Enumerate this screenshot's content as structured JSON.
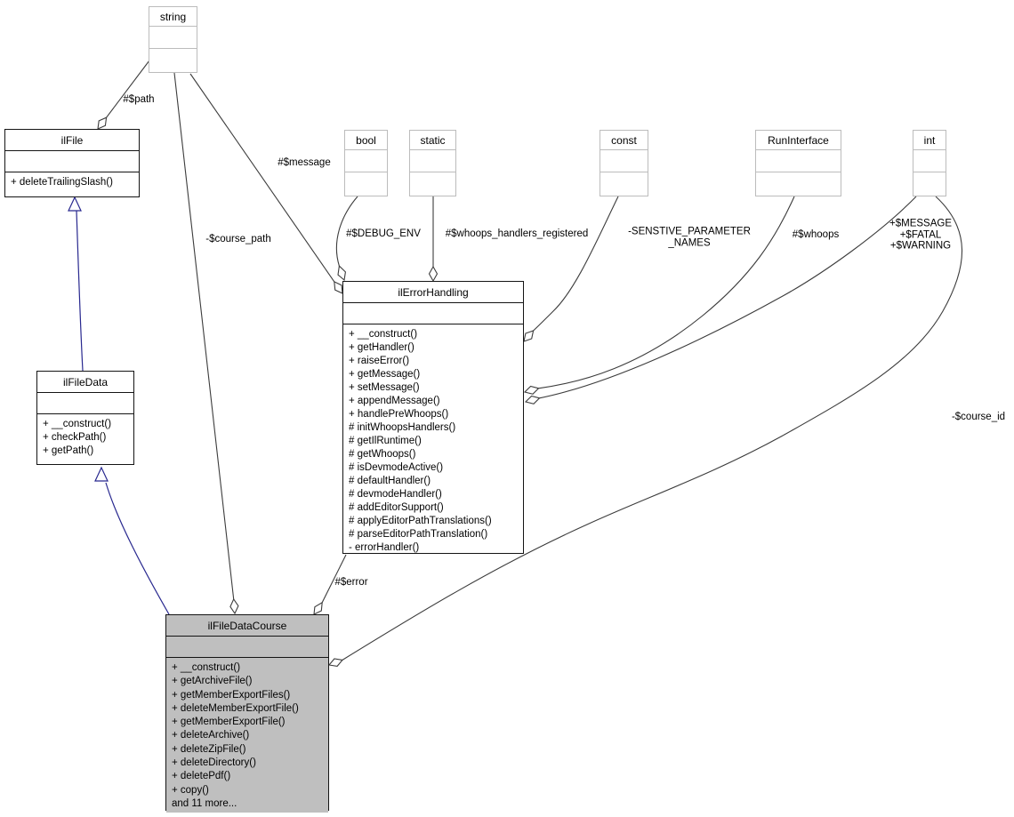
{
  "diagram": {
    "kind": "uml-collaboration-graph",
    "colors": {
      "aggregation_edge": "#3c3c3c",
      "inheritance_edge": "#28288f",
      "class_border": "#141414",
      "primitive_border": "#bcbcbc",
      "highlight_fill": "#bfbfbf",
      "background": "#ffffff"
    }
  },
  "classes": {
    "string": {
      "name": "string"
    },
    "bool": {
      "name": "bool"
    },
    "static": {
      "name": "static"
    },
    "const": {
      "name": "const"
    },
    "run_interface": {
      "name": "RunInterface"
    },
    "int": {
      "name": "int"
    },
    "il_file": {
      "name": "ilFile",
      "methods": [
        "+ deleteTrailingSlash()"
      ]
    },
    "il_file_data": {
      "name": "ilFileData",
      "methods": [
        "+ __construct()",
        "+ checkPath()",
        "+ getPath()"
      ]
    },
    "il_error_handling": {
      "name": "ilErrorHandling",
      "methods": [
        "+ __construct()",
        "+ getHandler()",
        "+ raiseError()",
        "+ getMessage()",
        "+ setMessage()",
        "+ appendMessage()",
        "+ handlePreWhoops()",
        "# initWhoopsHandlers()",
        "# getIlRuntime()",
        "# getWhoops()",
        "# isDevmodeActive()",
        "# defaultHandler()",
        "# devmodeHandler()",
        "# addEditorSupport()",
        "# applyEditorPathTranslations()",
        "# parseEditorPathTranslation()",
        "- errorHandler()"
      ]
    },
    "il_file_data_course": {
      "name": "ilFileDataCourse",
      "methods": [
        "+ __construct()",
        "+ getArchiveFile()",
        "+ getMemberExportFiles()",
        "+ deleteMemberExportFile()",
        "+ getMemberExportFile()",
        "+ deleteArchive()",
        "+ deleteZipFile()",
        "+ deleteDirectory()",
        "+ deletePdf()",
        "+ copy()",
        "and 11 more..."
      ]
    }
  },
  "edge_labels": {
    "path": "#$path",
    "message": "#$message",
    "course_path": "-$course_path",
    "debug_env": "#$DEBUG_ENV",
    "whoops_handlers_registered": "#$whoops_handlers_registered",
    "sensitive_parameter_names": "-SENSTIVE_PARAMETER\n_NAMES",
    "whoops": "#$whoops",
    "message_fatal_warning": "+$MESSAGE\n+$FATAL\n+$WARNING",
    "course_id": "-$course_id",
    "error": "#$error"
  }
}
